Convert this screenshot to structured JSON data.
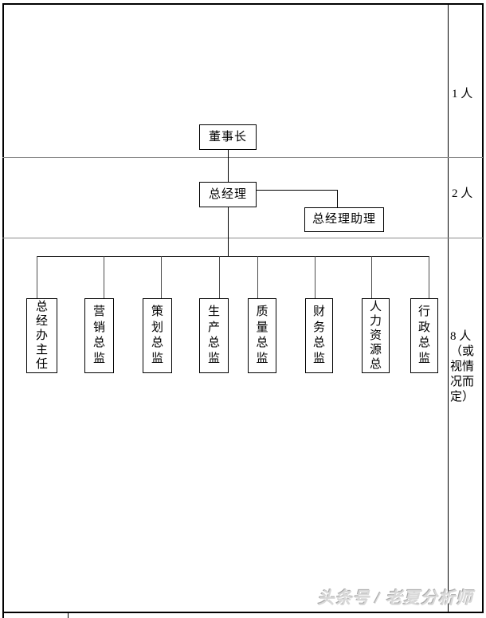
{
  "org_chart": {
    "chairman": "董事长",
    "general_manager": "总经理",
    "gm_assistant": "总经理助理",
    "departments": [
      "总经办主任",
      "营销总监",
      "策划总监",
      "生产总监",
      "质量总监",
      "财务总监",
      "人力资源总",
      "行政总监"
    ]
  },
  "headcount_column": {
    "tier1": "1 人",
    "tier2": "2 人",
    "tier3": "8 人\n（或\n视情\n况而\n定）"
  },
  "watermark": "头条号 / 老夏分析师",
  "colors": {
    "line": "#000000",
    "row_separator": "#8c8c8c",
    "watermark_gray": "#d8d8d8"
  }
}
